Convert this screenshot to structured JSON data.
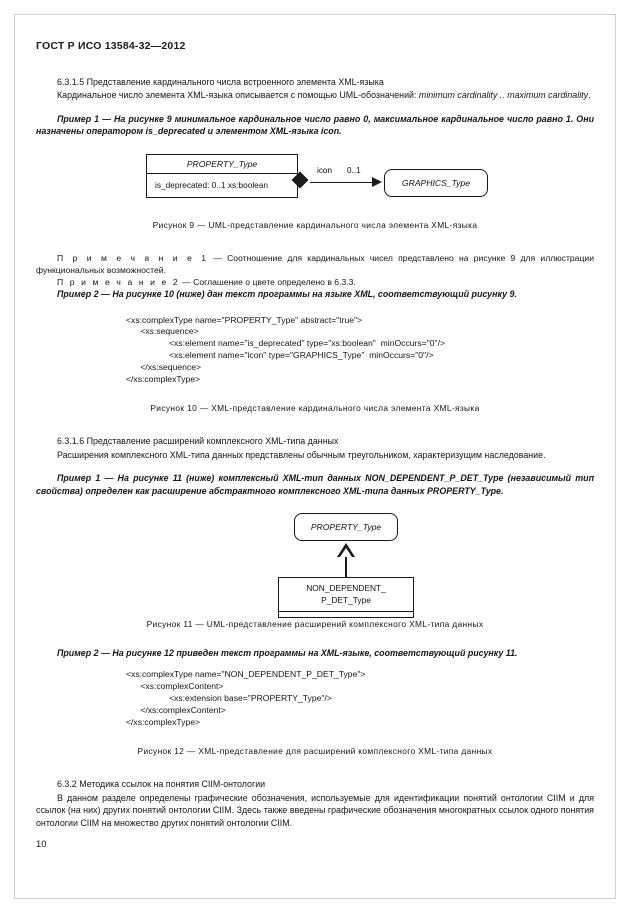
{
  "document": {
    "header": "ГОСТ Р ИСО 13584-32—2012",
    "page_number": "10"
  },
  "sections": {
    "s6315": {
      "heading": "6.3.1.5 Представление кардинального числа встроенного элемента XML-языка",
      "para1_a": "Кардинальное число элемента XML-языка описывается с помощью UML-обозначений: ",
      "para1_italic": "minimum cardinality .. maximum cardinality",
      "para1_end": ".",
      "example1": "Пример 1 — На рисунке 9 минимальное кардинальное число равно 0, максимальное кардинальное число равно 1. Они назначены оператором is_deprecated и элементом XML-языка icon."
    },
    "s6316": {
      "heading": "6.3.1.6 Представление расширений комплексного XML-типа данных",
      "para1": "Расширения комплексного XML-типа данных представлены обычным треугольником, характеризу­щим наследование.",
      "example1": "Пример 1 — На рисунке 11 (ниже) комплексный XML-тип данных NON_DEPENDENT_P_DET_Type (не­зависимый тип свойства) определен как расширение абстрактного комплексного XML-типа данных PROPERTY_Type.",
      "example2": "Пример 2 — На рисунке 12 приведен текст программы на XML-языке, соответствующий рисунку 11."
    },
    "s632": {
      "heading": "6.3.2 Методика ссылок на понятия CIIM-онтологии",
      "para1": "В данном разделе определены графические обозначения, используемые для идентификации понятий онтологии CIIM и для ссылок (на них) других понятий онтологии CIIM. Здесь также введены графические обозначения многократных ссылок одного понятия онтологии CIIM на множество других понятий онтологии CIIM."
    }
  },
  "notes": {
    "note1_label": "П р и м е ч а н и е  1",
    "note1_text": " — Соотношение для кардинальных чисел представлено на рисунке 9 для иллюстрации функциональных возможностей.",
    "note2_label": "П р и м е ч а н и е  2",
    "note2_text": " — Соглашение о цвете определено в 6.3.3.",
    "example2": "Пример 2 — На рисунке 10 (ниже) дан текст программы на языке XML, соответствующий рисунку 9."
  },
  "figures": {
    "fig9": {
      "class_name": "PROPERTY_Type",
      "class_attribute": "is_deprecated: 0..1 xs:boolean",
      "association_role": "icon",
      "association_cardinality": "0..1",
      "target_class": "GRAPHICS_Type",
      "caption": "Рисунок 9 — UML-представление кардинального числа элемента XML-языка"
    },
    "fig10": {
      "code": "<xs:complexType name=\"PROPERTY_Type\" abstract=\"true\">\n      <xs:sequence>\n                  <xs:element name=\"is_deprecated\" type=\"xs:boolean\"  minOccurs=\"0\"/>\n                  <xs:element name=\"icon\" type=\"GRAPHICS_Type\"  minOccurs=\"0\"/>\n      </xs:sequence>\n</xs:complexType>",
      "caption": "Рисунок 10 — XML-представление кардинального числа элемента XML-языка"
    },
    "fig11": {
      "parent_class": "PROPERTY_Type",
      "child_class_line1": "NON_DEPENDENT_",
      "child_class_line2": "P_DET_Type",
      "caption": "Рисунок 11 — UML-представление расширений комплексного XML-типа данных"
    },
    "fig12": {
      "code": "<xs:complexType name=\"NON_DEPENDENT_P_DET_Type\">\n      <xs:complexContent>\n                  <xs:extension base=\"PROPERTY_Type\"/>\n      </xs:complexContent>\n</xs:complexType>",
      "caption": "Рисунок 12 — XML-представление для расширений комплексного XML-типа данных"
    }
  }
}
